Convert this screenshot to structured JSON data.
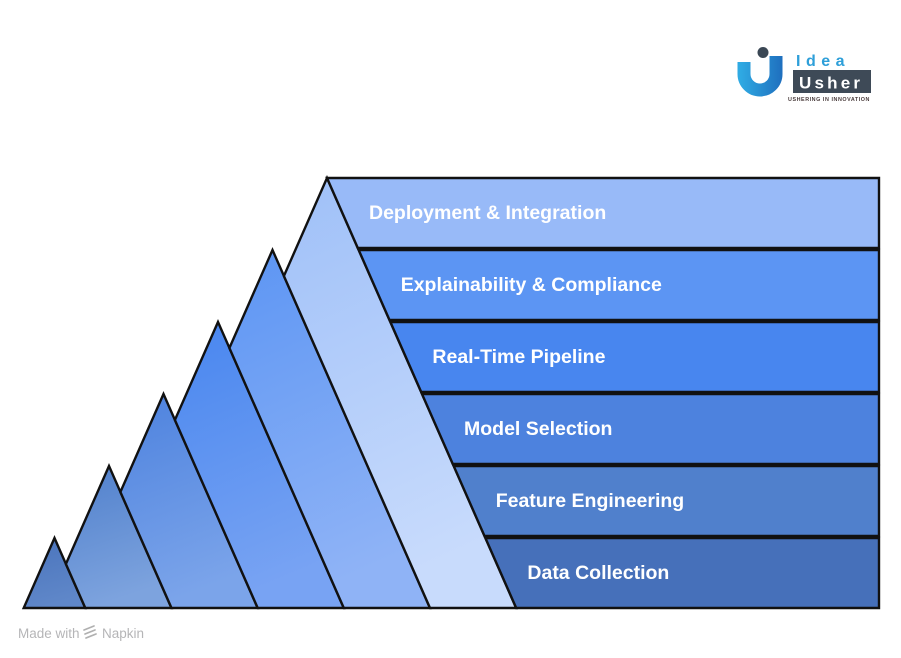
{
  "logo": {
    "idea": "Idea",
    "usher": "Usher",
    "tagline": "USHERING IN INNOVATION",
    "mark_color_left": "#2FAAE3",
    "mark_color_right": "#1E6DBD",
    "dot_color": "#3A4754",
    "box_color": "#3E4A57",
    "idea_color": "#2E9FD9"
  },
  "pyramid": {
    "outline_color": "#111111",
    "layers": [
      {
        "label": "Deployment & Integration",
        "band_color": "#98BAF8",
        "ribbon_top": "#9FC0F8",
        "ribbon_bottom": "#C8DBFC"
      },
      {
        "label": "Explainability & Compliance",
        "band_color": "#5C95F3",
        "ribbon_top": "#5C95F3",
        "ribbon_bottom": "#8FB3F6"
      },
      {
        "label": "Real-Time Pipeline",
        "band_color": "#4886EF",
        "ribbon_top": "#4886EF",
        "ribbon_bottom": "#78A3F3"
      },
      {
        "label": "Model Selection",
        "band_color": "#4D82DE",
        "ribbon_top": "#4D82DE",
        "ribbon_bottom": "#7BA4EA"
      },
      {
        "label": "Feature Engineering",
        "band_color": "#5080CC",
        "ribbon_top": "#5080CC",
        "ribbon_bottom": "#7DA3DE"
      },
      {
        "label": "Data Collection",
        "band_color": "#4670BA",
        "ribbon_top": "#4A74BC",
        "ribbon_bottom": "#5F87C9"
      }
    ]
  },
  "footer": {
    "made_with": "Made with",
    "brand": "Napkin"
  }
}
